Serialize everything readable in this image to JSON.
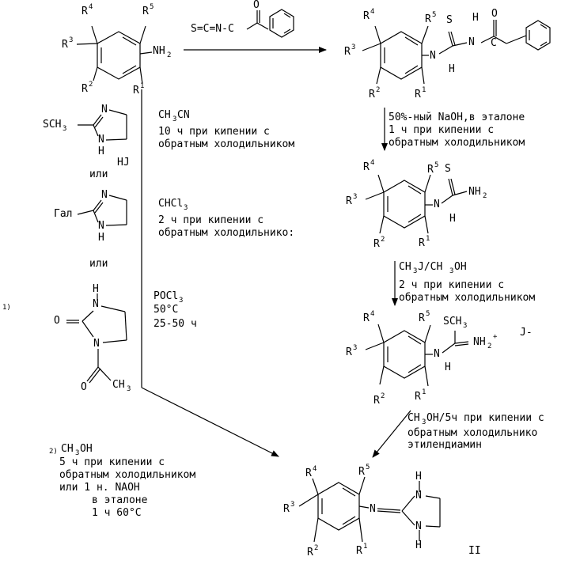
{
  "labels": {
    "r1": "R",
    "r2": "R",
    "r3": "R",
    "r4": "R",
    "r5": "R",
    "sup1": "1",
    "sup2": "2",
    "sup3": "3",
    "sup4": "4",
    "sup5": "5",
    "nh2": "NH",
    "two": "2",
    "s": "S",
    "c": "C",
    "n": "N",
    "o": "O",
    "nh": "N",
    "h": "H",
    "hj": "HJ",
    "or": "или",
    "gal": "Гал",
    "sch3_a": "SCH",
    "sch3_b": "3",
    "ch3": "CH",
    "ch3_3": "3",
    "plus": "+",
    "jminus": "J-",
    "ii": "II",
    "marker1": "1)",
    "marker2": "2)"
  },
  "steps": {
    "isothiocyanate": "S=C=N-C",
    "ch3cn_a": "CH",
    "ch3cn_b": "3",
    "ch3cn_c": "CN",
    "ch3cn_line1": "10 ч при кипении с",
    "ch3cn_line2": "обратным холодильником",
    "chcl3_a": "CHCl",
    "chcl3_b": "3",
    "chcl3_line1": "2 ч при кипении с",
    "chcl3_line2": "обратным холодильнико:",
    "pocl3_a": "POCl",
    "pocl3_b": "3",
    "pocl3_line1": "50°C",
    "pocl3_line2": "25-50 ч",
    "naoh_line1": "50%-ный NaOH,в эталоне",
    "naoh_line2": "1 ч при кипении с",
    "naoh_line3": "обратным холодильником",
    "mej_a": "CH",
    "mej_b": "3",
    "mej_c": "J/CH",
    "mej_d": "3",
    "mej_e": "OH",
    "mej_line1": "2 ч при кипении с",
    "mej_line2": "обратным холодильником",
    "en_a": "CH",
    "en_b": "3",
    "en_c": "OH/5ч при кипении с",
    "en_line2": "обратным холодильнико",
    "en_line3": "этилендиамин",
    "meoh_a": "CH",
    "meoh_b": "3",
    "meoh_c": "OH",
    "meoh_line1": "5 ч при кипении с",
    "meoh_line2": "обратным холодильником",
    "meoh_line3": "или 1 н. NAOH",
    "meoh_line4": "в эталоне",
    "meoh_line5": "1 ч 60°C"
  }
}
